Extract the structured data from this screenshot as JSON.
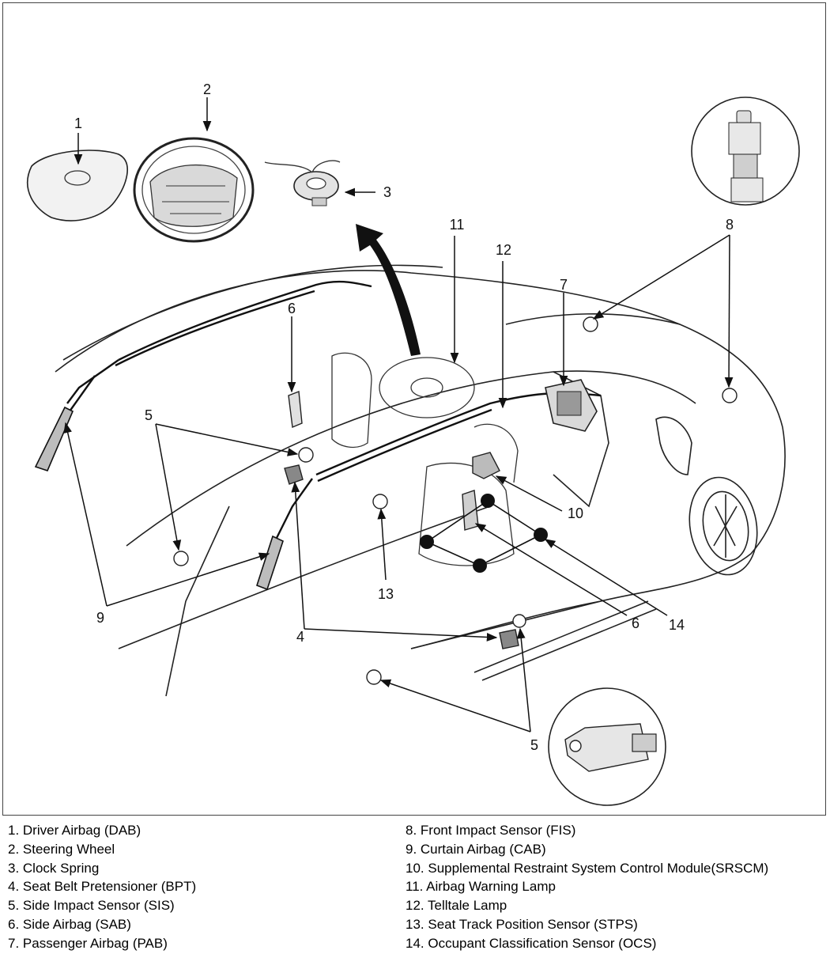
{
  "callouts": {
    "n1": "1",
    "n2": "2",
    "n3": "3",
    "n4": "4",
    "n5a": "5",
    "n5b": "5",
    "n6a": "6",
    "n6b": "6",
    "n7": "7",
    "n8": "8",
    "n9": "9",
    "n10": "10",
    "n11": "11",
    "n12": "12",
    "n13": "13",
    "n14": "14"
  },
  "legend": {
    "left": [
      "1. Driver Airbag (DAB)",
      "2. Steering Wheel",
      "3. Clock Spring",
      "4. Seat Belt Pretensioner (BPT)",
      "5. Side Impact Sensor (SIS)",
      "6. Side Airbag (SAB)",
      "7. Passenger Airbag (PAB)"
    ],
    "right": [
      "8. Front Impact Sensor (FIS)",
      "9. Curtain Airbag (CAB)",
      "10. Supplemental Restraint System Control Module(SRSCM)",
      "11. Airbag Warning Lamp",
      "12. Telltale Lamp",
      "13. Seat Track Position Sensor (STPS)",
      "14. Occupant Classification Sensor (OCS)"
    ]
  }
}
